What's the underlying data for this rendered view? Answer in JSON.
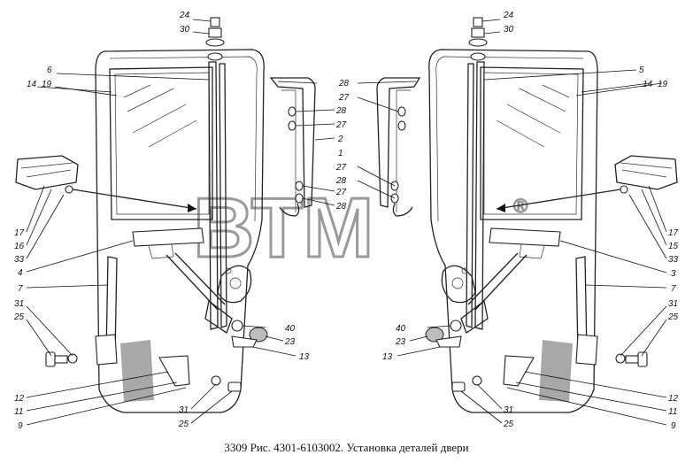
{
  "figure": {
    "caption": "3309 Рис. 4301-6103002. Установка деталей двери",
    "watermark": "ВТМ",
    "watermark_mark": "®"
  },
  "left_labels": [
    "24",
    "30",
    "6",
    "14",
    "19",
    "17",
    "16",
    "33",
    "4",
    "7",
    "31",
    "25",
    "12",
    "11",
    "9"
  ],
  "right_labels": [
    "24",
    "30",
    "5",
    "14",
    "19",
    "17",
    "15",
    "33",
    "3",
    "7",
    "31",
    "25",
    "12",
    "11",
    "9"
  ],
  "center_left_labels": [
    "40",
    "23",
    "13",
    "31",
    "25"
  ],
  "center_right_labels": [
    "40",
    "23",
    "13",
    "31",
    "25"
  ],
  "strip_labels": [
    "28",
    "27",
    "28",
    "27",
    "2",
    "1",
    "27",
    "28",
    "27",
    "28"
  ],
  "colors": {
    "line": "#111111",
    "watermark": "#9a9a9a",
    "shading": "#a8a8a8"
  }
}
